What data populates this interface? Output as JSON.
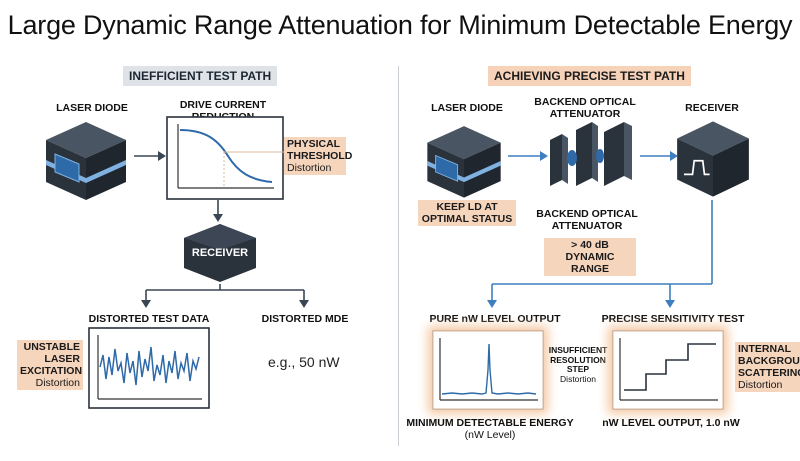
{
  "title": "Large Dynamic Range Attenuation for Minimum Detectable Energy",
  "left_section": {
    "header": "INEFFICIENT TEST PATH",
    "laser_diode_label": "LASER DIODE",
    "drive_label": "DRIVE CURRENT REDUCTION",
    "threshold_note": [
      "PHYSICAL",
      "THRESHOLD"
    ],
    "threshold_distortion": "Distortion",
    "receiver_label": "RECEIVER",
    "distorted_data_label": "DISTORTED TEST DATA",
    "distorted_mde_label": "DISTORTED MDE",
    "mde_value": "e.g., 50 nW",
    "unstable_note": [
      "UNSTABLE",
      "LASER",
      "EXCITATION"
    ],
    "unstable_distortion": "Distortion"
  },
  "right_section": {
    "header": "ACHIEVING PRECISE TEST PATH",
    "laser_diode_label": "LASER DIODE",
    "backend_label_top": [
      "BACKEND OPTICAL",
      "ATTENUATOR"
    ],
    "receiver_label": "RECEIVER",
    "keep_ld_note": [
      "KEEP LD AT",
      "OPTIMAL STATUS"
    ],
    "backend_label_bottom": [
      "BACKEND OPTICAL",
      "ATTENUATOR"
    ],
    "dynamic_range_note": [
      "> 40 dB",
      "DYNAMIC RANGE"
    ],
    "pure_output_label": "PURE nW LEVEL OUTPUT",
    "precise_test_label": "PRECISE SENSITIVITY TEST",
    "insufficient_note": [
      "INSUFFICIENT",
      "RESOLUTION",
      "STEP",
      "Distortion"
    ],
    "internal_note": [
      "INTERNAL",
      "BACKGROUN",
      "SCATTERING"
    ],
    "internal_distortion": "Distortion",
    "mde_caption": [
      "MINIMUM DETECTABLE ENERGY",
      "(nW Level)"
    ],
    "nw_output_caption": "nW LEVEL OUTPUT, 1.0 nW"
  },
  "colors": {
    "dark_block": "#2a323c",
    "blue": "#2f6aa8",
    "light_blue": "#7fb2e0",
    "arrow": "#3a4654",
    "connector_blue": "#3f7fbf",
    "peach": "#f6d5bd",
    "gray_header": "#dfe3e8",
    "glow": "#f4c9a4"
  },
  "icons": {
    "laser_diode": "cube-icon",
    "drive_chart": "decay-curve-chart",
    "receiver_left": "hexagon-receiver",
    "attenuator": "attenuator-plates-icon",
    "receiver_right": "cube-pulse-icon",
    "noisy_chart": "noisy-signal-chart",
    "peak_chart": "spike-chart",
    "step_chart": "staircase-chart"
  }
}
